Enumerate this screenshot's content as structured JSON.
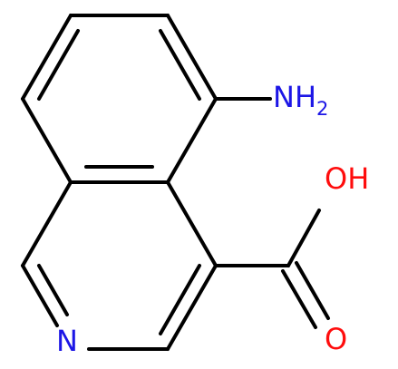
{
  "molecule": {
    "atoms": {
      "ring_n": "N",
      "amine_n": "NH",
      "amine_sub": "2",
      "hydroxyl_o": "OH",
      "carbonyl_o": "O"
    },
    "colors": {
      "nitrogen": "#1c16e6",
      "oxygen": "#ff0d0d",
      "bond": "#000000",
      "background": "#ffffff"
    }
  }
}
